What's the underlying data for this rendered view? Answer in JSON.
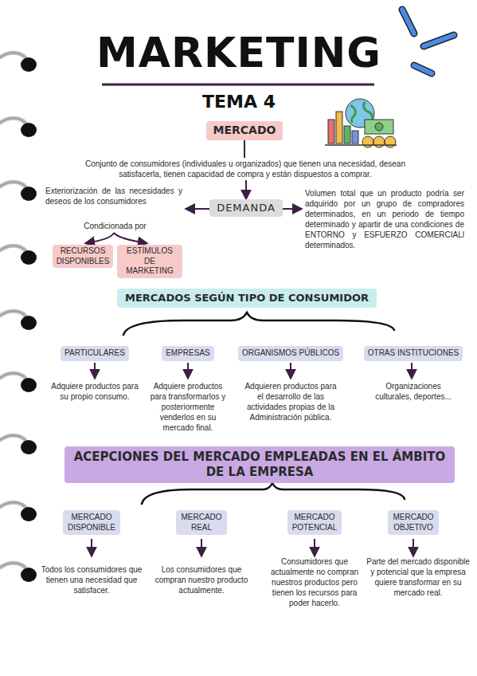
{
  "diagram": {
    "title": "MARKETING",
    "nodes": [
      {
        "text": [
          "MERCADO"
        ]
      },
      {
        "text": [
          "DEMANDA"
        ]
      },
      {
        "text": [
          "RECURSOS DISPONIBLES"
        ]
      },
      {
        "text": [
          "ESTÍMULOS DE MARKETING"
        ]
      },
      {
        "text": [
          "MERCADOS SEGÚN TIPO DE CONSUMIDOR"
        ]
      },
      {
        "text": [
          "PARTICULARES"
        ]
      },
      {
        "text": [
          "EMPRESAS"
        ]
      },
      {
        "text": [
          "ORGANISMOS PÚBLICOS"
        ]
      },
      {
        "text": [
          "OTRAS INSTITUCIONES"
        ]
      },
      {
        "text": [
          "ACEPCIONES DEL MERCADO EMPLEADAS EN EL ÁMBITO DE LA EMPRESA"
        ]
      },
      {
        "text": [
          "MERCADO DISPONIBLE"
        ]
      },
      {
        "text": [
          "MERCADO REAL"
        ]
      },
      {
        "text": [
          "MERCADO POTENCIAL"
        ]
      },
      {
        "text": [
          "MERCADO OBJETIVO"
        ]
      }
    ],
    "edges": [
      {
        "from": 0,
        "to": 1,
        "arrow": "to",
        "label": "Conjunto de consumidores (individuales u organizados) que tienen una necesidad, desean satisfacerla, tienen capacidad de compra y están dispuestos a comprar."
      }
    ],
    "labels": [
      "TEMA 4",
      "Exteriorización de las necesidades y deseos de los consumidores",
      "Volumen total que un producto podría ser adquirido por un grupo de compradores determinados, en un periodo de tiempo determinado y apartir de una condiciones de ENTORNO y ESFUERZO COMERCIALl determinados.",
      "Condicionada por",
      "Adquiere productos para su propio consumo.",
      "Adquiere productos para transformarlos y posteriormente venderlos en su mercado final.",
      "Adquieren productos para el desarrollo de las actividades propias de la Administración pública.",
      "Organizaciones culturales, deportes...",
      "Todos los consumidores que tienen una necesidad que satisfacer.",
      "Los consumidores que compran nuestro producto actualmente.",
      "Consumidores que actualmente no compran nuestros productos pero tienen los recursos para poder hacerlo.",
      "Parte del mercado disponible y potencial que la empresa quiere transformar en su mercado real."
    ]
  }
}
